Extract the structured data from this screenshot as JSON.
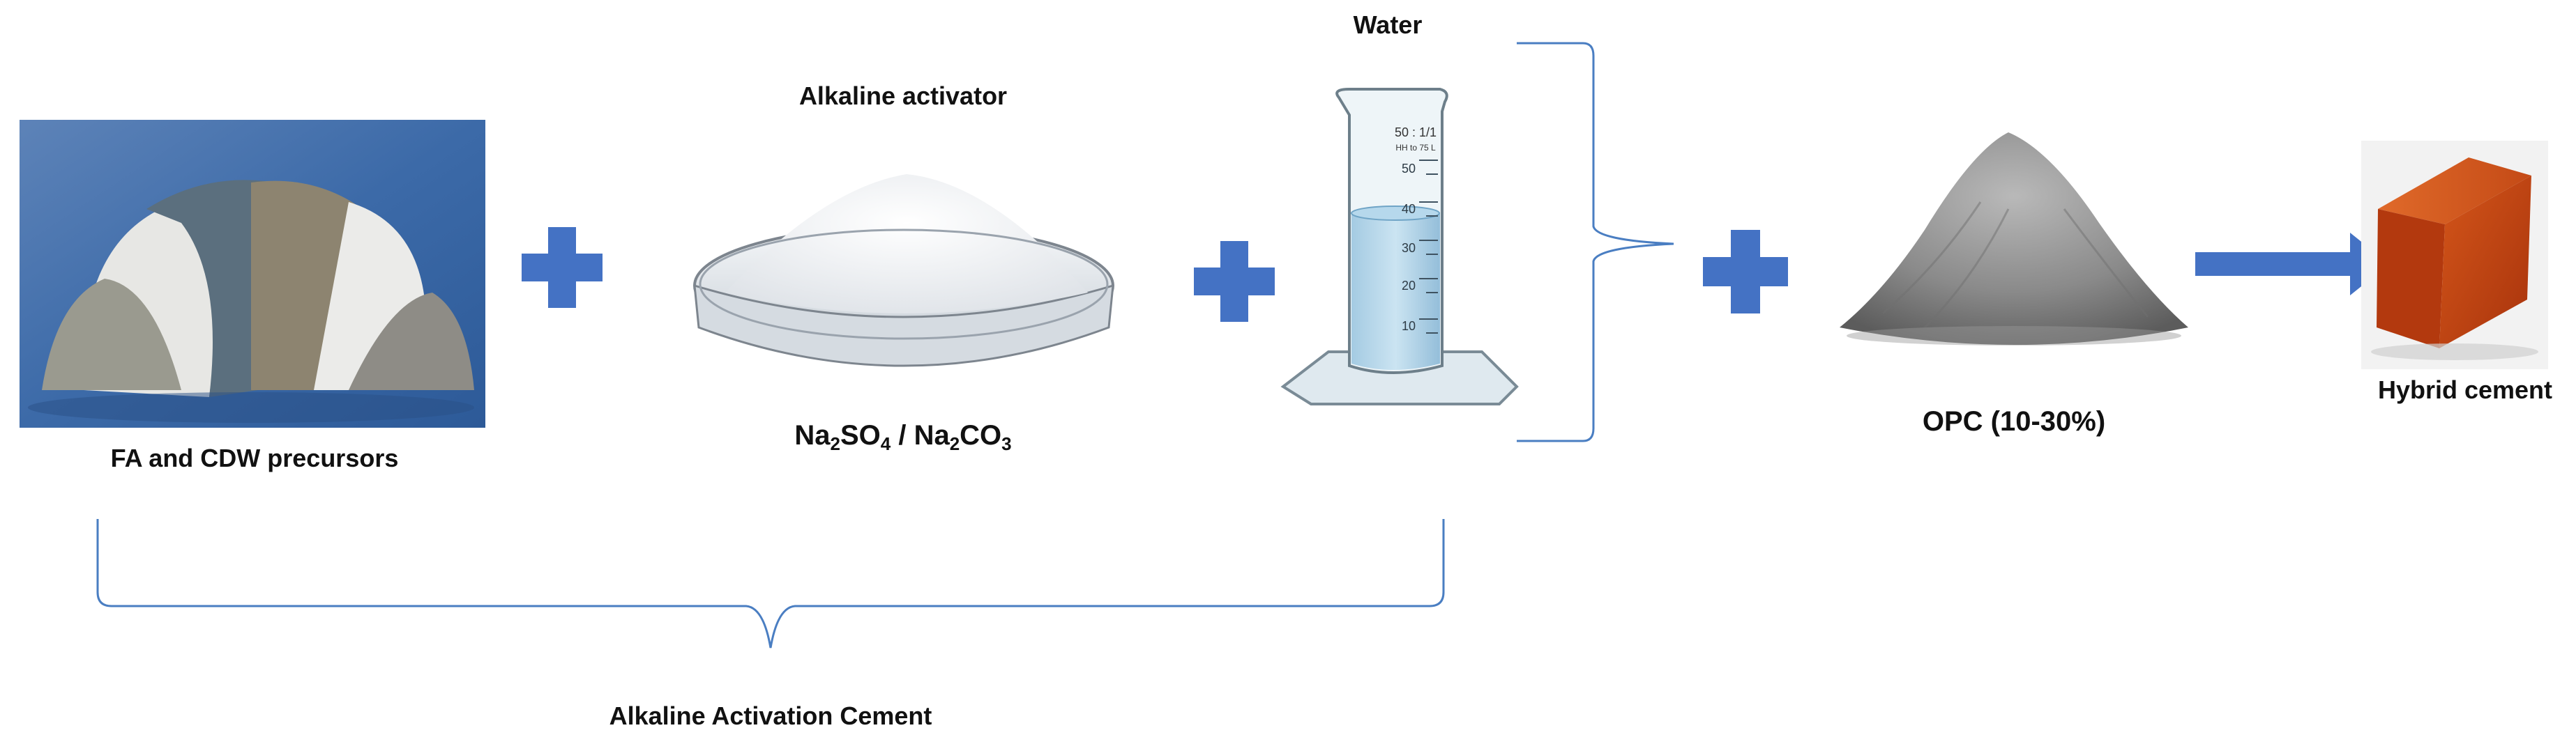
{
  "labels": {
    "water": "Water",
    "alkaline_activator": "Alkaline activator",
    "precursors": "FA and CDW precursors",
    "activator_formula": {
      "na1": "Na",
      "sub1": "2",
      "so": "SO",
      "sub2": "4",
      "sep": " / ",
      "na2": "Na",
      "sub3": "2",
      "co": "CO",
      "sub4": "3"
    },
    "opc": "OPC (10-30%)",
    "hybrid": "Hybrid cement",
    "bottom_brace": "Alkaline Activation Cement"
  },
  "cylinder": {
    "ratio": "50 : 1/1",
    "sub": "HH to 75 L",
    "ticks": [
      "50",
      "40",
      "30",
      "20",
      "10"
    ]
  },
  "colors": {
    "plus": "#4472C4",
    "arrow": "#4472C4",
    "brace": "#4A7EC2",
    "text": "#111111"
  },
  "icons": [
    "plus-icon",
    "arrow-right-icon"
  ]
}
